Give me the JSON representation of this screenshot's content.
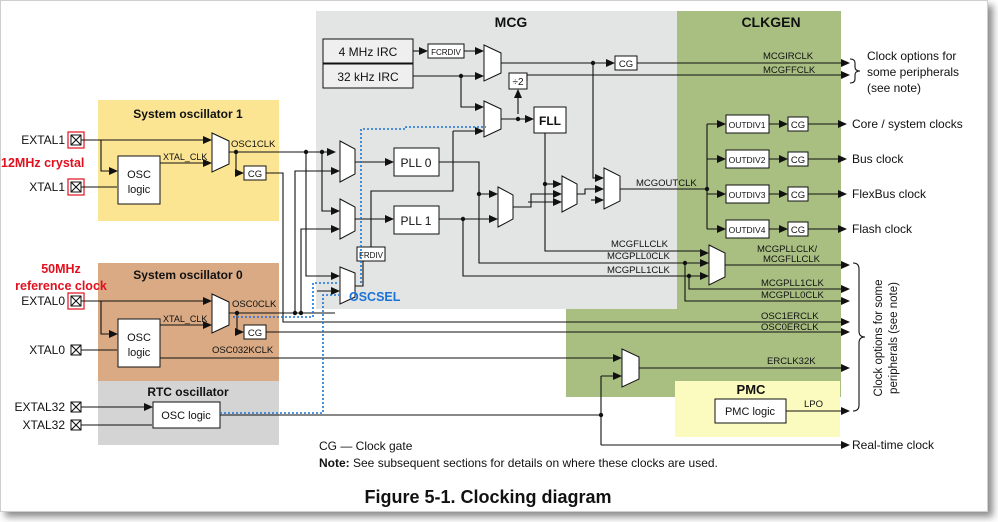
{
  "figure": {
    "caption": "Figure 5-1. Clocking diagram",
    "legend_cg": "CG — Clock gate",
    "note_bold": "Note:",
    "note_text": " See subsequent sections for details on where these clocks are used."
  },
  "regions": {
    "mcg": "MCG",
    "clkgen": "CLKGEN",
    "sysosc1": "System oscillator 1",
    "sysosc0": "System oscillator 0",
    "rtc": "RTC oscillator",
    "pmc": "PMC"
  },
  "blocks": {
    "irc4m": "4 MHz IRC",
    "irc32k": "32 kHz IRC",
    "fcrdiv": "FCRDIV",
    "div2": "÷2",
    "fll": "FLL",
    "pll0": "PLL 0",
    "pll1": "PLL 1",
    "frdiv": "FRDIV",
    "osc1_logic": [
      "OSC",
      "logic"
    ],
    "osc0_logic": [
      "OSC",
      "logic"
    ],
    "rtc_logic": "OSC logic",
    "pmc_logic": "PMC logic",
    "outdiv1": "OUTDIV1",
    "outdiv2": "OUTDIV2",
    "outdiv3": "OUTDIV3",
    "outdiv4": "OUTDIV4",
    "cg": "CG"
  },
  "pins": {
    "extal1": "EXTAL1",
    "xtal1": "XTAL1",
    "extal0": "EXTAL0",
    "xtal0": "XTAL0",
    "extal32": "EXTAL32",
    "xtal32": "XTAL32"
  },
  "signals": {
    "osc1clk": "OSC1CLK",
    "xtal_clk1": "XTAL_CLK",
    "osc0clk": "OSC0CLK",
    "xtal_clk0": "XTAL_CLK",
    "osc032kclk": "OSC032KCLK",
    "mcgirclk": "MCGIRCLK",
    "mcgffclk": "MCGFFCLK",
    "mcgoutclk": "MCGOUTCLK",
    "mcgfllclk": "MCGFLLCLK",
    "mcgpll0clk": "MCGPLL0CLK",
    "mcgpll1clk": "MCGPLL1CLK",
    "mcgpllclk_mux": [
      "MCGPLLCLK/",
      "MCGFLLCLK"
    ],
    "mcgpll1clk_out": "MCGPLL1CLK",
    "mcgpll0clk_out": "MCGPLL0CLK",
    "osc1erclk": "OSC1ERCLK",
    "osc0erclk": "OSC0ERCLK",
    "erclk32k": "ERCLK32K",
    "lpo": "LPO"
  },
  "outputs": {
    "clock_options_top": [
      "Clock options for",
      "some peripherals",
      "(see note)"
    ],
    "core_system": "Core / system clocks",
    "bus": "Bus clock",
    "flexbus": "FlexBus clock",
    "flash": "Flash clock",
    "clock_options_side": [
      "Clock options for some",
      "peripherals (see note)"
    ],
    "realtime": "Real-time clock"
  },
  "annotations": {
    "crystal12": "12MHz crystal",
    "ref50": [
      "50MHz",
      "reference clock"
    ],
    "oscsel": "OSCSEL"
  },
  "colors": {
    "mcg_bg": "#e3e4e4",
    "clkgen_bg": "#a9bf82",
    "sysosc1_bg": "#fbe593",
    "sysosc0_bg": "#d9aa84",
    "rtc_bg": "#d4d4d4",
    "pmc_bg": "#fbfbbf",
    "annotation_red": "#e0101e",
    "annotation_blue": "#1a73d8"
  }
}
